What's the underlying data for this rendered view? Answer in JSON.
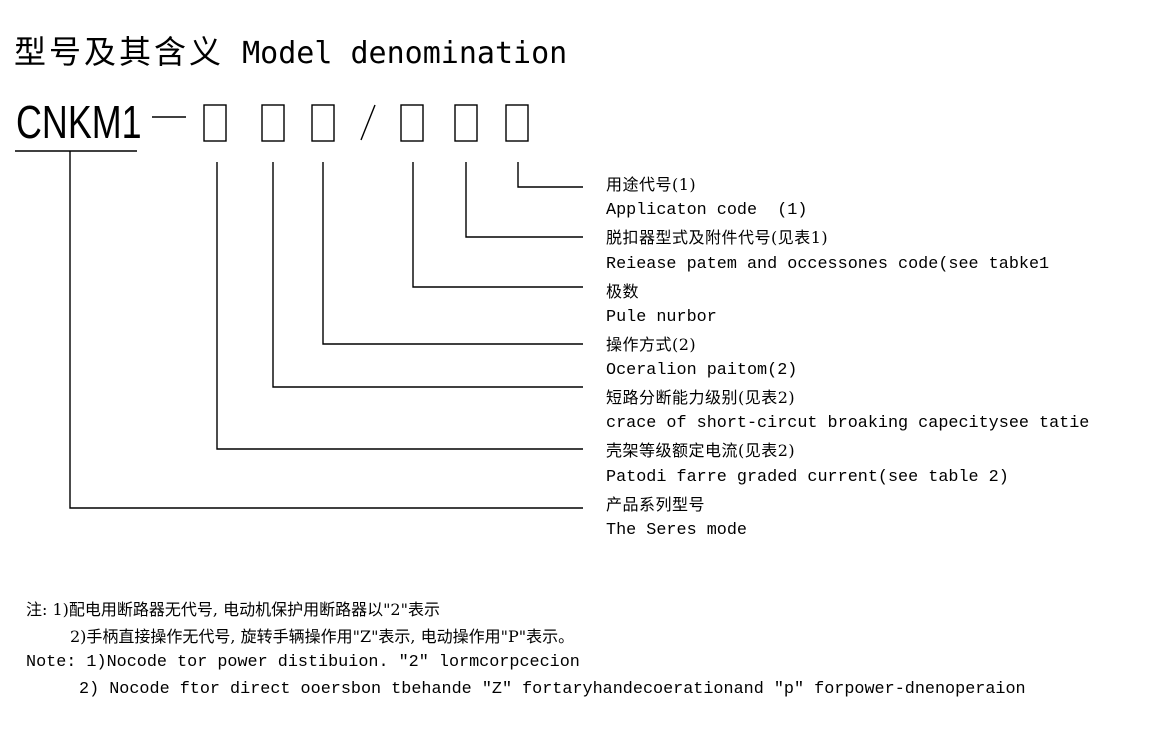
{
  "title": {
    "cn": "型号及其含义",
    "en": "Model denomination"
  },
  "model_code": {
    "prefix": "CNKM1",
    "dash": "—",
    "separator": "/",
    "slot_count": 6
  },
  "descriptions": [
    {
      "cn": "用途代号(1)",
      "en": "Applicaton code  (1)"
    },
    {
      "cn": "脱扣器型式及附件代号(见表1)",
      "en": "Reiease patem and occessones code(see tabke1"
    },
    {
      "cn": "极数",
      "en": "Pule nurbor"
    },
    {
      "cn": "操作方式(2)",
      "en": "Oceralion paitom(2)"
    },
    {
      "cn": "短路分断能力级别(见表2)",
      "en": "crace of short-circut broaking capecitysee tatie"
    },
    {
      "cn": "壳架等级额定电流(见表2)",
      "en": "Patodi farre graded current(see table 2)"
    },
    {
      "cn": "产品系列型号",
      "en": "The Seres mode"
    }
  ],
  "notes": {
    "cn_line1": "注: 1)配电用断路器无代号, 电动机保护用断路器以\"2\"表示",
    "cn_line2": "2)手柄直接操作无代号, 旋转手辆操作用\"Z\"表示, 电动操作用\"P\"表示。",
    "en_line1": "Note: 1)Nocode tor power distibuion. \"2\" lormcorpcecion",
    "en_line2": "2) Nocode ftor direct ooersbon tbehande \"Z\" fortaryhandecoerationand \"p\" forpower-dnenoperaion"
  },
  "colors": {
    "ink": "#000000",
    "background": "#ffffff"
  }
}
